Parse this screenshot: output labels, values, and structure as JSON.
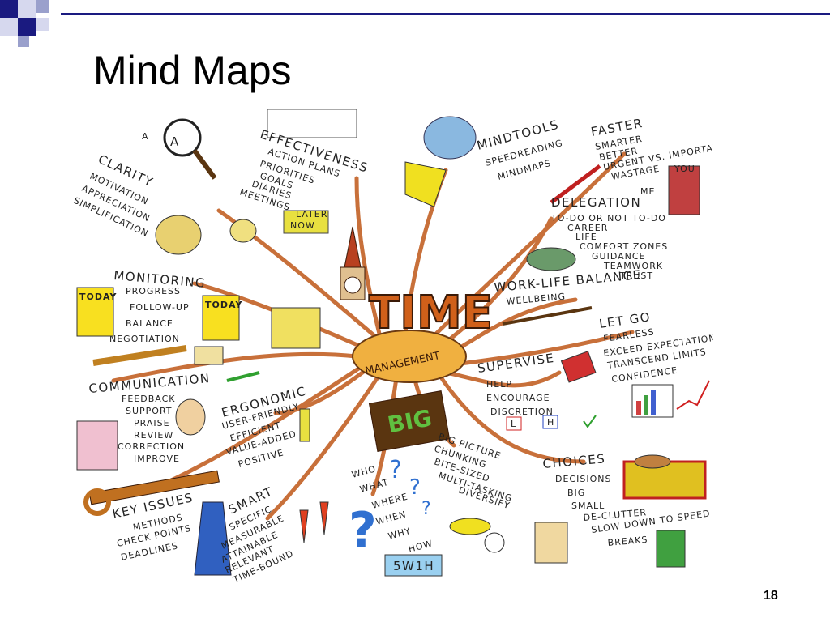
{
  "slide": {
    "title": "Mind Maps",
    "number": "18"
  },
  "mindmap": {
    "center": {
      "title": "TIME",
      "subtitle": "MANAGEMENT"
    },
    "branches": {
      "clarity": {
        "head": "CLARITY",
        "items": [
          "MOTIVATION",
          "APPRECIATION",
          "SIMPLIFICATION"
        ]
      },
      "effectiveness": {
        "head": "EFFECTIVENESS",
        "items": [
          "ACTION PLANS",
          "PRIORITIES",
          "GOALS",
          "DIARIES",
          "MEETINGS"
        ]
      },
      "mindtools": {
        "head": "MINDTOOLS",
        "items": [
          "SPEEDREADING",
          "MINDMAPS"
        ]
      },
      "faster": {
        "head": "FASTER",
        "items": [
          "SMARTER",
          "BETTER",
          "URGENT VS. IMPORTANT",
          "WASTAGE"
        ]
      },
      "delegation": {
        "head": "DELEGATION",
        "items": [
          "TO-DO OR NOT TO-DO",
          "CAREER",
          "LIFE",
          "COMFORT ZONES",
          "GUIDANCE",
          "TEAMWORK",
          "TRUST"
        ]
      },
      "monitoring": {
        "head": "MONITORING",
        "items": [
          "PROGRESS",
          "FOLLOW-UP",
          "BALANCE",
          "NEGOTIATION"
        ]
      },
      "worklife": {
        "head": "WORK-LIFE BALANCE",
        "items": [
          "WELLBEING"
        ]
      },
      "letgo": {
        "head": "LET GO",
        "items": [
          "FEARLESS",
          "EXCEED EXPECTATIONS",
          "TRANSCEND LIMITS",
          "CONFIDENCE"
        ]
      },
      "communication": {
        "head": "COMMUNICATION",
        "items": [
          "FEEDBACK",
          "SUPPORT",
          "PRAISE",
          "REVIEW",
          "CORRECTION",
          "IMPROVE"
        ]
      },
      "supervise": {
        "head": "SUPERVISE",
        "items": [
          "HELP",
          "ENCOURAGE",
          "DISCRETION"
        ]
      },
      "ergonomic": {
        "head": "ERGONOMIC",
        "items": [
          "USER-FRIENDLY",
          "EFFICIENT",
          "VALUE-ADDED",
          "POSITIVE"
        ]
      },
      "bigpicture": {
        "head": "BIG PICTURE",
        "items": [
          "CHUNKING",
          "BITE-SIZED",
          "MULTI-TASKING",
          "DIVERSIFY"
        ]
      },
      "choices": {
        "head": "CHOICES",
        "items": [
          "DECISIONS",
          "BIG",
          "SMALL",
          "DE-CLUTTER",
          "SLOW DOWN TO SPEED UP",
          "BREAKS"
        ]
      },
      "keyissues": {
        "head": "KEY ISSUES",
        "items": [
          "METHODS",
          "CHECK POINTS",
          "DEADLINES"
        ]
      },
      "smart": {
        "head": "SMART",
        "items": [
          "SPECIFIC",
          "MEASURABLE",
          "ATTAINABLE",
          "RELEVANT",
          "TIME-BOUND"
        ]
      },
      "who": {
        "head": "WHO",
        "items": [
          "WHAT",
          "WHERE",
          "WHEN",
          "WHY",
          "HOW"
        ]
      }
    },
    "labels": {
      "a_letter": "A",
      "today1": "TODAY",
      "today2": "TODAY",
      "big": "BIG",
      "you": "YOU",
      "me": "ME",
      "later": "LATER",
      "now": "NOW",
      "w5h1": "5W1H",
      "lhv_l": "L",
      "lhv_h": "H"
    }
  },
  "colors": {
    "accent": "#1a1a80",
    "branch": "#c8703a",
    "center": "#f0b040"
  }
}
